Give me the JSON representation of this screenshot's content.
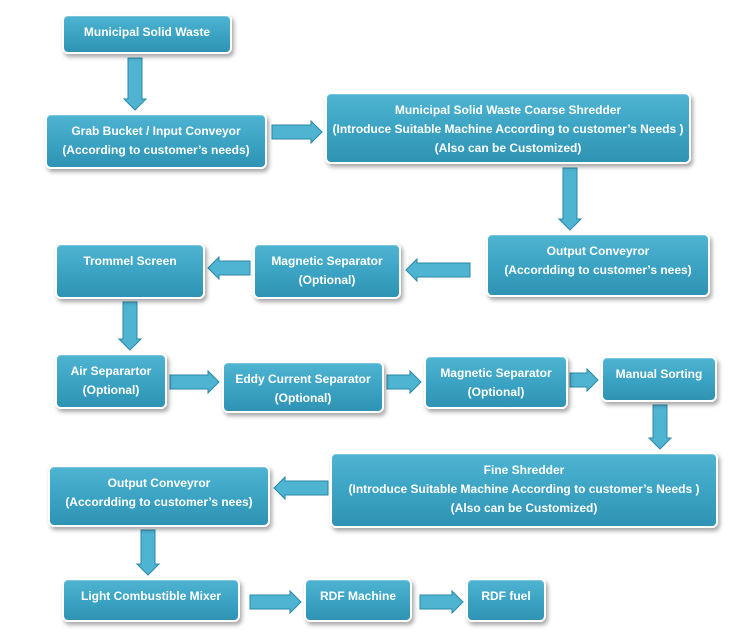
{
  "nodes": {
    "msw": {
      "lines": [
        "Municipal Solid Waste"
      ]
    },
    "grab": {
      "lines": [
        "Grab Bucket / Input Conveyor",
        "(According to customer’s needs)"
      ]
    },
    "coarse": {
      "lines": [
        "Municipal Solid Waste Coarse Shredder",
        "(Introduce Suitable Machine According to customer’s Needs )",
        "(Also can be Customized)"
      ]
    },
    "output1": {
      "lines": [
        "Output Conveyror",
        "(Accordding to customer’s nees)"
      ]
    },
    "mag1": {
      "lines": [
        "Magnetic Separator",
        "(Optional)"
      ]
    },
    "trommel": {
      "lines": [
        "Trommel Screen"
      ]
    },
    "air": {
      "lines": [
        "Air Separartor",
        "(Optional)"
      ]
    },
    "eddy": {
      "lines": [
        "Eddy Current Separator",
        "(Optional)"
      ]
    },
    "mag2": {
      "lines": [
        "Magnetic Separator",
        "(Optional)"
      ]
    },
    "manual": {
      "lines": [
        "Manual Sorting"
      ]
    },
    "fine": {
      "lines": [
        "Fine Shredder",
        "(Introduce Suitable Machine According to customer’s Needs )",
        "(Also can be Customized)"
      ]
    },
    "output2": {
      "lines": [
        "Output Conveyror",
        "(Accordding to customer’s nees)"
      ]
    },
    "mixer": {
      "lines": [
        "Light Combustible Mixer"
      ]
    },
    "rdfmachine": {
      "lines": [
        "RDF Machine"
      ]
    },
    "rdffuel": {
      "lines": [
        "RDF fuel"
      ]
    }
  },
  "colors": {
    "box_fill": "#3aa2c2",
    "box_border": "#ffffff",
    "arrow_fill": "#4fb4d2",
    "arrow_stroke": "#2a89a8"
  }
}
